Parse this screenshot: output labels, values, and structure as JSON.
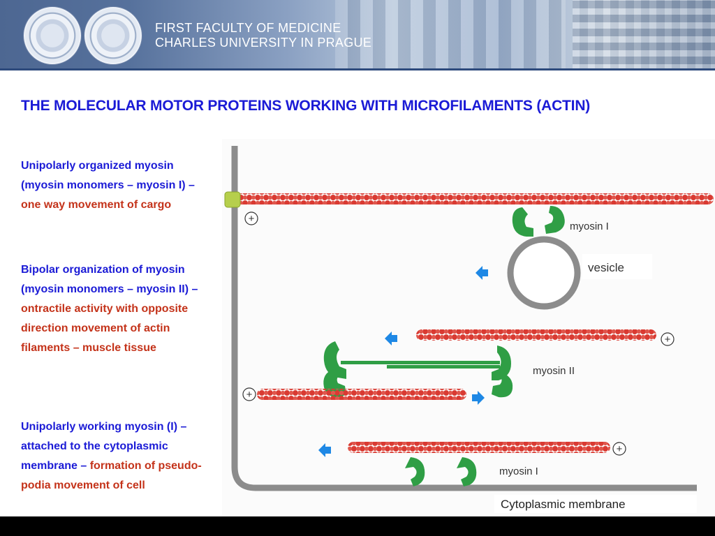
{
  "header": {
    "faculty_line1": "FIRST FACULTY OF MEDICINE",
    "faculty_line2": "CHARLES UNIVERSITY IN PRAGUE"
  },
  "title": "THE MOLECULAR MOTOR PROTEINS WORKING WITH MICROFILAMENTS (ACTIN)",
  "blocks": [
    {
      "line1": "Unipolarly organized myosin",
      "line2": "(myosin monomers – myosin I) –",
      "line3_red": "one way movement of cargo"
    },
    {
      "line1": "Bipolar organization of myosin",
      "line2": "(myosin monomers – myosin II) –",
      "red1": "ontractile activity with opposite",
      "red2": "direction movement of actin",
      "red3": "filaments – muscle tissue"
    },
    {
      "line1": "Unipolarly working myosin (I) –",
      "line2": "attached to the cytoplasmic",
      "line3_blue": "membrane – ",
      "line3_red": "formation of pseudo-",
      "line4_red": "podia movement of cell"
    }
  ],
  "diagram": {
    "label_myosin1_top": "myosin I",
    "label_vesicle": "vesicle",
    "label_myosin2": "myosin II",
    "label_myosin1_bottom": "myosin I",
    "label_membrane": "Cytoplasmic membrane",
    "plus": "+"
  },
  "colors": {
    "title_blue": "#1b1bd6",
    "text_red": "#c4331a",
    "actin_red": "#d93a32",
    "myosin_green": "#2f9e45",
    "arrow_blue": "#1e88e5",
    "membrane_gray": "#8c8c8c"
  }
}
